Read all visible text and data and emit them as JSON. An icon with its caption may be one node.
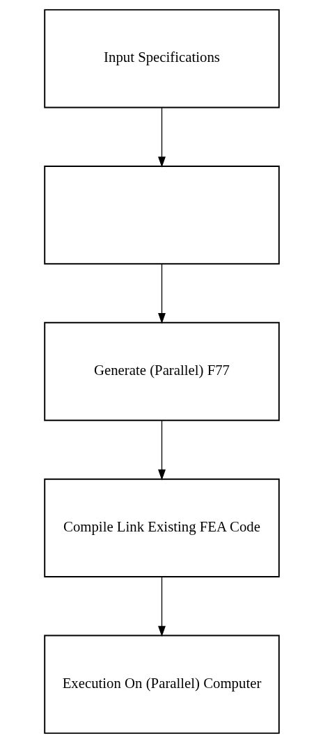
{
  "diagram": {
    "nodes": [
      {
        "text": [
          "Input Specifications"
        ]
      },
      {
        "text": [],
        "shape": "box"
      },
      {
        "text": [
          "Generate (Parallel) F77"
        ]
      },
      {
        "text": [
          "Compile Link Existing FEA Code"
        ]
      },
      {
        "text": [
          "Execution On (Parallel) Computer"
        ]
      }
    ],
    "edges": [
      {
        "from": 0,
        "to": 1,
        "arrow": "to"
      },
      {
        "from": 1,
        "to": 2,
        "arrow": "to"
      },
      {
        "from": 2,
        "to": 3,
        "arrow": "to"
      },
      {
        "from": 3,
        "to": 4,
        "arrow": "to"
      }
    ]
  }
}
